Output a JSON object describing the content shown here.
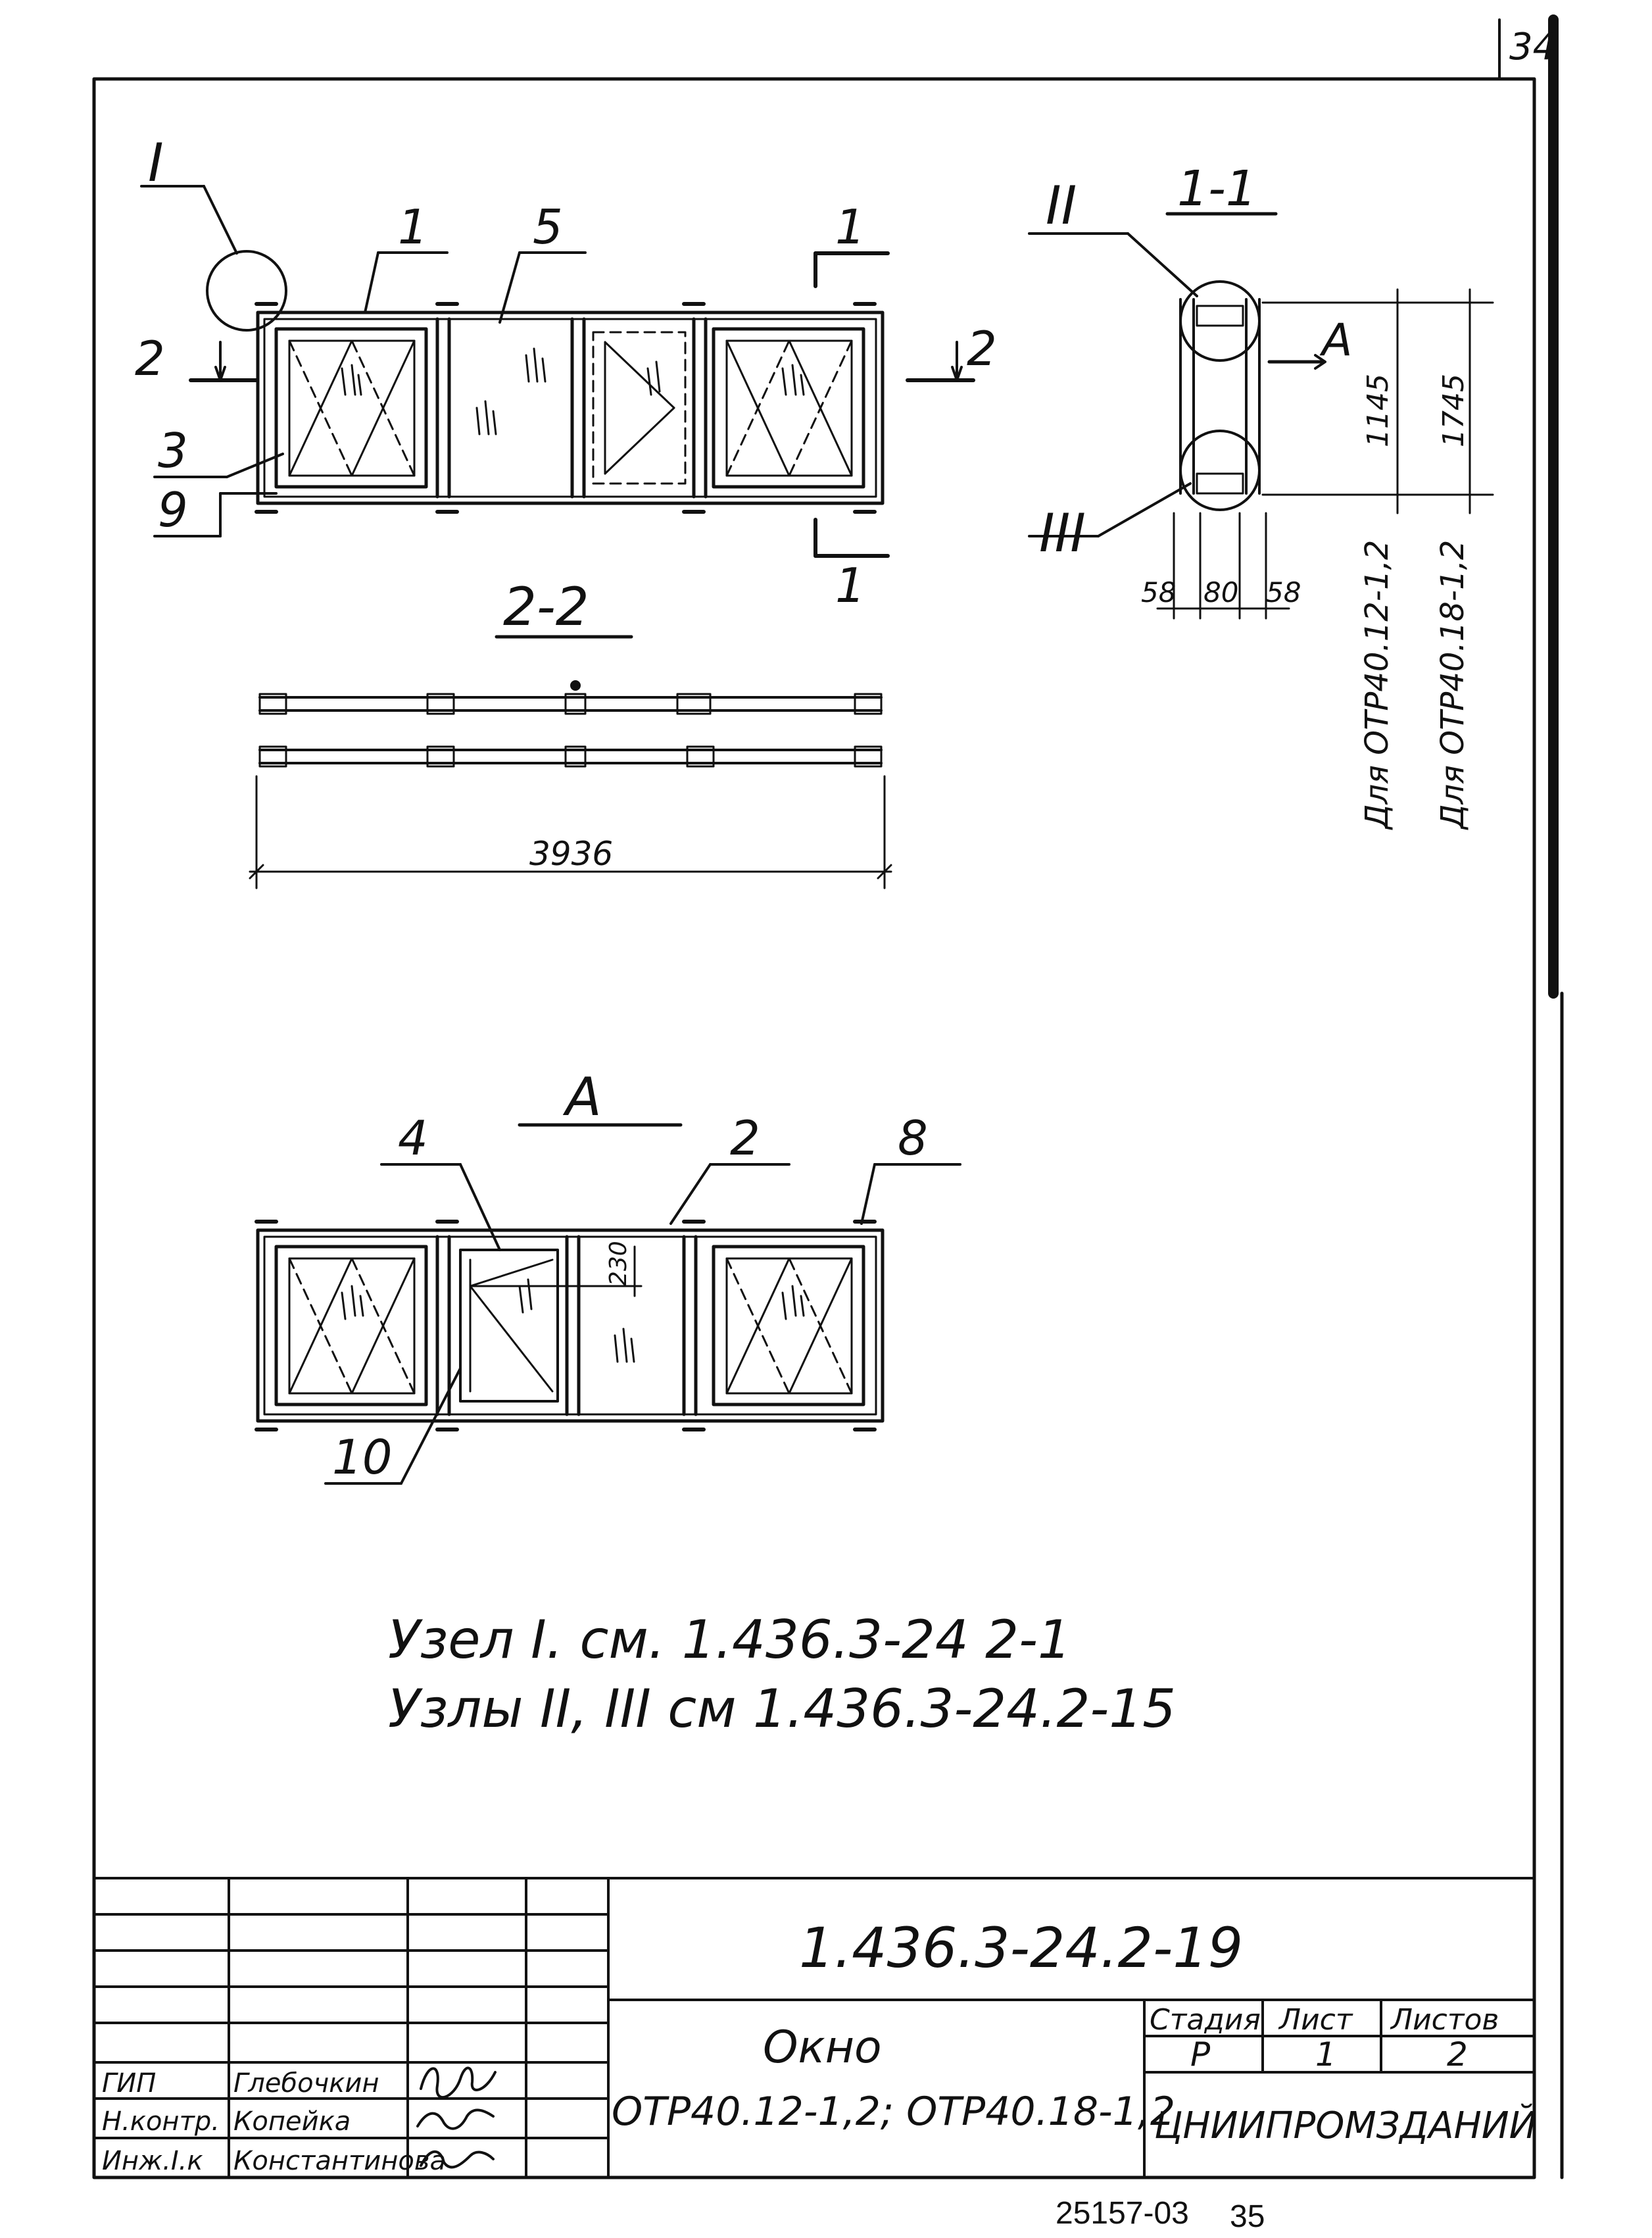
{
  "sheet": {
    "page_number": "34",
    "stamp_left": "25157-03",
    "stamp_right": "35"
  },
  "plan": {
    "callout_node": "I",
    "leaders": [
      "1",
      "5",
      "3",
      "9"
    ],
    "section_marks": {
      "left": "2",
      "right": "2",
      "top": "1",
      "bottom": "1"
    }
  },
  "section_1_1": {
    "title": "1-1",
    "node_upper": "II",
    "node_lower": "III",
    "view_marker": "А",
    "dims_horizontal": [
      "58",
      "80",
      "58"
    ],
    "dim_left": "1145",
    "dim_right": "1745",
    "note_left": "Для ОТР40.12-1,2",
    "note_right": "Для ОТР40.18-1,2"
  },
  "section_2_2": {
    "title": "2-2",
    "overall_dim": "3936"
  },
  "view_a": {
    "title": "А",
    "leaders": [
      "4",
      "2",
      "8",
      "10"
    ],
    "dim_small": "230"
  },
  "notes": {
    "line1": "Узел I. см. 1.436.3-24 2-1",
    "line2": "Узлы II, III см 1.436.3-24.2-15"
  },
  "title_block": {
    "code": "1.436.3-24.2-19",
    "name": "Окно",
    "marks": "ОТР40.12-1,2; ОТР40.18-1,2",
    "stage_header": "Стадия",
    "sheet_header": "Лист",
    "sheets_header": "Листов",
    "stage_value": "Р",
    "sheet_value": "1",
    "sheets_value": "2",
    "organization": "ЦНИИПРОМЗДАНИЙ",
    "signatures": [
      {
        "role": "ГИП",
        "name": "Глебочкин"
      },
      {
        "role": "Н.контр.",
        "name": "Копейка"
      },
      {
        "role": "Инж.I.к",
        "name": "Константинова"
      }
    ]
  }
}
